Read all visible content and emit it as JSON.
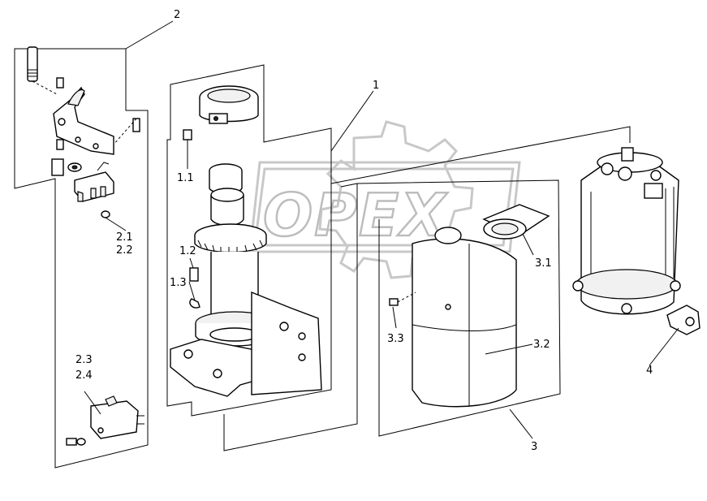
{
  "diagram": {
    "watermark_text": "OPEX",
    "callouts": [
      {
        "id": "callout-2",
        "text": "2"
      },
      {
        "id": "callout-1",
        "text": "1"
      },
      {
        "id": "callout-1-1",
        "text": "1.1"
      },
      {
        "id": "callout-2-1",
        "text": "2.1"
      },
      {
        "id": "callout-2-2",
        "text": "2.2"
      },
      {
        "id": "callout-1-2",
        "text": "1.2"
      },
      {
        "id": "callout-1-3",
        "text": "1.3"
      },
      {
        "id": "callout-3-1",
        "text": "3.1"
      },
      {
        "id": "callout-3-3",
        "text": "3.3"
      },
      {
        "id": "callout-3-2",
        "text": "3.2"
      },
      {
        "id": "callout-2-3",
        "text": "2.3"
      },
      {
        "id": "callout-2-4",
        "text": "2.4"
      },
      {
        "id": "callout-4",
        "text": "4"
      },
      {
        "id": "callout-3",
        "text": "3"
      }
    ]
  }
}
